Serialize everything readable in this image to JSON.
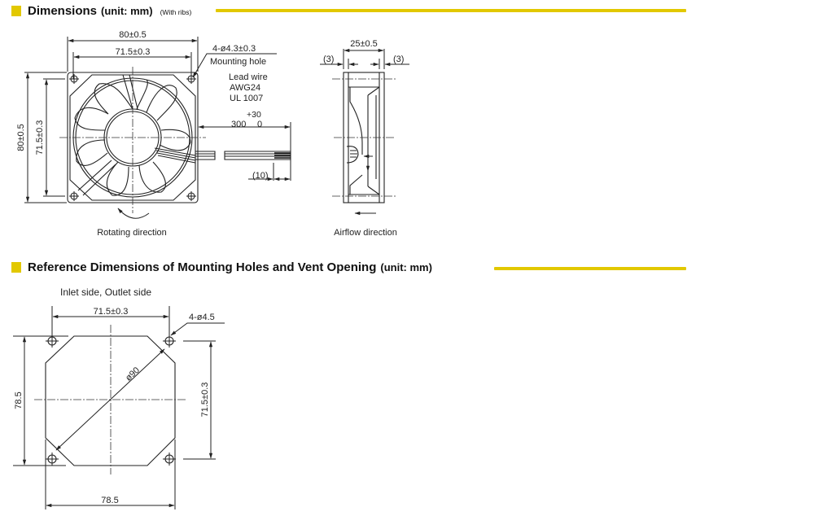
{
  "sections": {
    "dimensions": {
      "title": "Dimensions",
      "unit": "(unit: mm)",
      "note": "(With ribs)",
      "accent_color": "#e2c800"
    },
    "reference": {
      "title": "Reference Dimensions of Mounting Holes and Vent Opening",
      "unit": "(unit: mm)",
      "accent_color": "#e2c800"
    }
  },
  "front_view": {
    "overall_width": "80±0.5",
    "hole_pitch_width": "71.5±0.3",
    "overall_height": "80±0.5",
    "hole_pitch_height": "71.5±0.3",
    "mounting_hole_spec": "4-ø4.3±0.3",
    "mounting_hole_label": "Mounting hole",
    "lead_wire_label": "Lead wire",
    "lead_wire_gauge": "AWG24",
    "lead_wire_standard": "UL 1007",
    "lead_length_tol_upper": "+30",
    "lead_length": "300",
    "lead_length_tol_lower": "0",
    "strip_length": "(10)",
    "caption": "Rotating direction"
  },
  "side_view": {
    "depth": "25±0.5",
    "rib_left": "(3)",
    "rib_right": "(3)",
    "caption": "Airflow direction"
  },
  "reference_view": {
    "subtitle": "Inlet side, Outlet side",
    "hole_pitch_width": "71.5±0.3",
    "hole_spec": "4-ø4.5",
    "vent_diameter": "ø90",
    "opening_height": "78.5",
    "hole_pitch_height": "71.5±0.3",
    "opening_width": "78.5"
  }
}
